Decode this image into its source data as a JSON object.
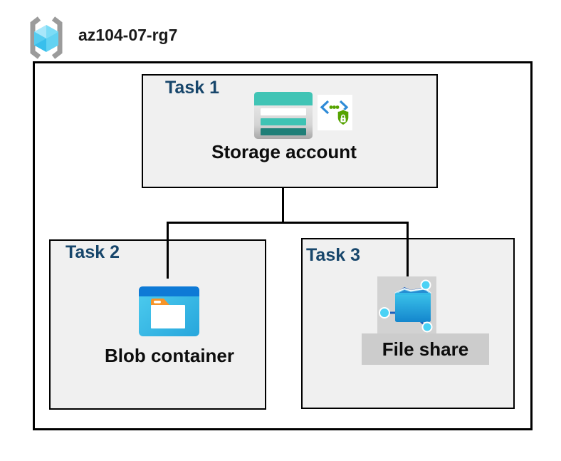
{
  "diagram": {
    "resource_group": {
      "name": "az104-07-rg7",
      "icon": "resource-group-icon"
    },
    "tasks": [
      {
        "id": "task1",
        "label": "Task 1",
        "resource": "Storage account",
        "icons": [
          "storage-account-icon",
          "secured-endpoint-icon"
        ]
      },
      {
        "id": "task2",
        "label": "Task 2",
        "resource": "Blob container",
        "icons": [
          "blob-container-icon"
        ]
      },
      {
        "id": "task3",
        "label": "Task 3",
        "resource": "File share",
        "icons": [
          "file-share-icon"
        ],
        "highlighted": true
      }
    ],
    "connections": [
      {
        "from": "Storage account",
        "to": "Blob container"
      },
      {
        "from": "Storage account",
        "to": "File share"
      }
    ],
    "colors": {
      "task_label": "#17466b",
      "box_fill": "#f0f0f0",
      "border": "#000000",
      "storage_teal": "#40c4b5",
      "storage_teal_dark": "#1f7f78",
      "blob_blue_bar": "#0e7ad6",
      "blob_cyan": "#35b9e6",
      "folder_tab_orange": "#f79428",
      "endpoint_green": "#56a300",
      "endpoint_blue": "#2e8bd7",
      "fileshare_blue": "#1b60bd",
      "node_cyan": "#4ad2f5",
      "highlight_gray": "#d2d2d2",
      "bracket_gray": "#9b9b9b"
    }
  }
}
